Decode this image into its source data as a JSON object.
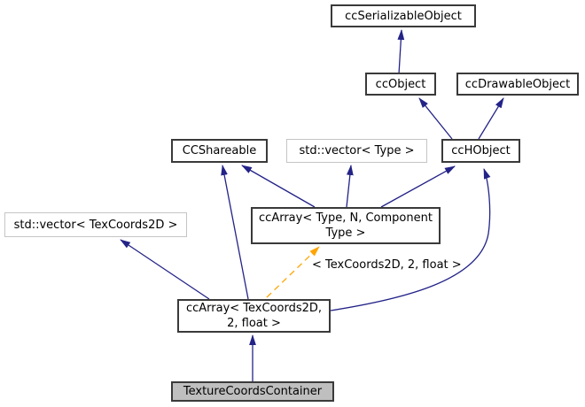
{
  "diagram": {
    "type": "class-inheritance-graph",
    "edge_label": "< TexCoords2D, 2, float >",
    "colors": {
      "inheritance_edge": "#232388",
      "template_edge": "#ffa500",
      "class_border": "#3a3a3a",
      "external_class_border": "#c5c5c5",
      "current_class_fill": "#bfbfbf",
      "class_fill": "#ffffff"
    },
    "nodes": [
      {
        "label": "ccSerializableObject"
      },
      {
        "label": "ccObject"
      },
      {
        "label": "ccDrawableObject"
      },
      {
        "label": "CCShareable"
      },
      {
        "label": "std::vector< Type >"
      },
      {
        "label": "ccHObject"
      },
      {
        "label": "std::vector< TexCoords2D >"
      },
      {
        "label": "ccArray< Type, N, Component Type >"
      },
      {
        "label": "ccArray< TexCoords2D, 2, float >"
      },
      {
        "label": "TextureCoordsContainer"
      }
    ]
  }
}
